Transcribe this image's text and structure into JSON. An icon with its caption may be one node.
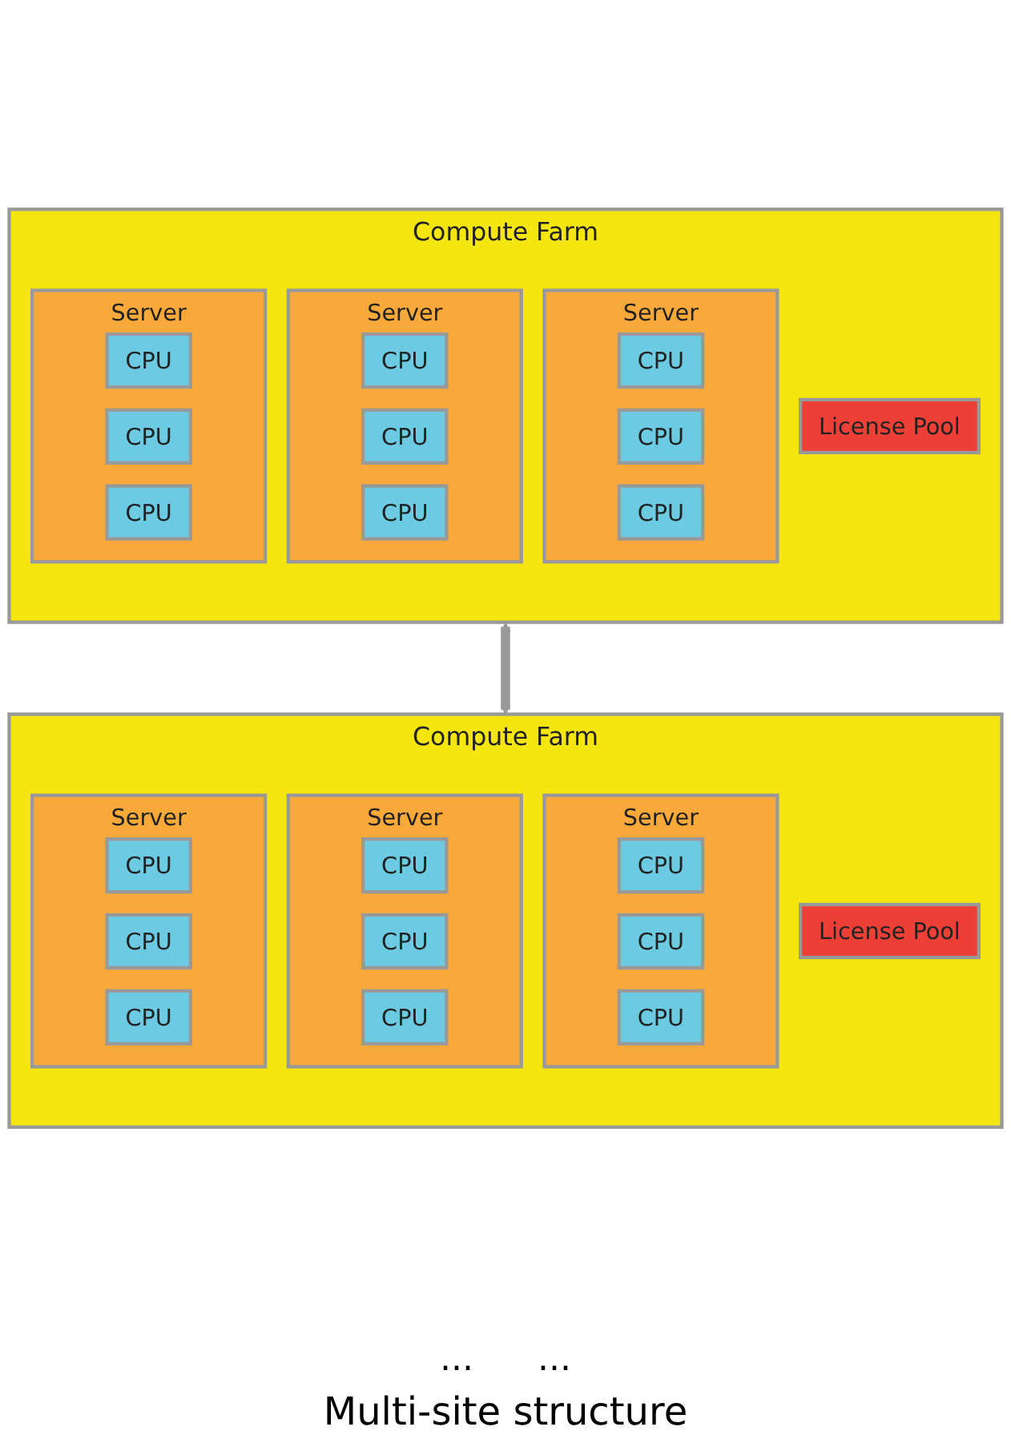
{
  "diagram": {
    "caption": "Multi-site structure",
    "nodes": [
      {
        "text": [
          "Compute Farm"
        ]
      },
      {
        "text": [
          "License Pool"
        ],
        "in": 0
      },
      {
        "text": [
          "Server"
        ],
        "in": 0
      },
      {
        "text": [
          "CPU"
        ],
        "in": 2
      },
      {
        "text": [
          "CPU"
        ],
        "in": 2
      },
      {
        "text": [
          "CPU"
        ],
        "in": 2
      },
      {
        "text": [
          "Server"
        ],
        "in": 0
      },
      {
        "text": [
          "CPU"
        ],
        "in": 6
      },
      {
        "text": [
          "CPU"
        ],
        "in": 6
      },
      {
        "text": [
          "CPU"
        ],
        "in": 6
      },
      {
        "text": [
          "Server"
        ],
        "in": 0
      },
      {
        "text": [
          "CPU"
        ],
        "in": 10
      },
      {
        "text": [
          "CPU"
        ],
        "in": 10
      },
      {
        "text": [
          "CPU"
        ],
        "in": 10
      },
      {
        "text": [
          "Compute Farm"
        ]
      },
      {
        "text": [
          "License Pool"
        ],
        "in": 14
      },
      {
        "text": [
          "Server"
        ],
        "in": 14
      },
      {
        "text": [
          "CPU"
        ],
        "in": 16
      },
      {
        "text": [
          "CPU"
        ],
        "in": 16
      },
      {
        "text": [
          "CPU"
        ],
        "in": 16
      },
      {
        "text": [
          "Server"
        ],
        "in": 14
      },
      {
        "text": [
          "CPU"
        ],
        "in": 20
      },
      {
        "text": [
          "CPU"
        ],
        "in": 20
      },
      {
        "text": [
          "CPU"
        ],
        "in": 20
      },
      {
        "text": [
          "Server"
        ],
        "in": 14
      },
      {
        "text": [
          "CPU"
        ],
        "in": 24
      },
      {
        "text": [
          "CPU"
        ],
        "in": 24
      },
      {
        "text": [
          "CPU"
        ],
        "in": 24
      }
    ],
    "edges": [
      {
        "from": 0,
        "to": 14,
        "arrow": "both"
      }
    ],
    "labels": [
      "...",
      "..."
    ]
  }
}
